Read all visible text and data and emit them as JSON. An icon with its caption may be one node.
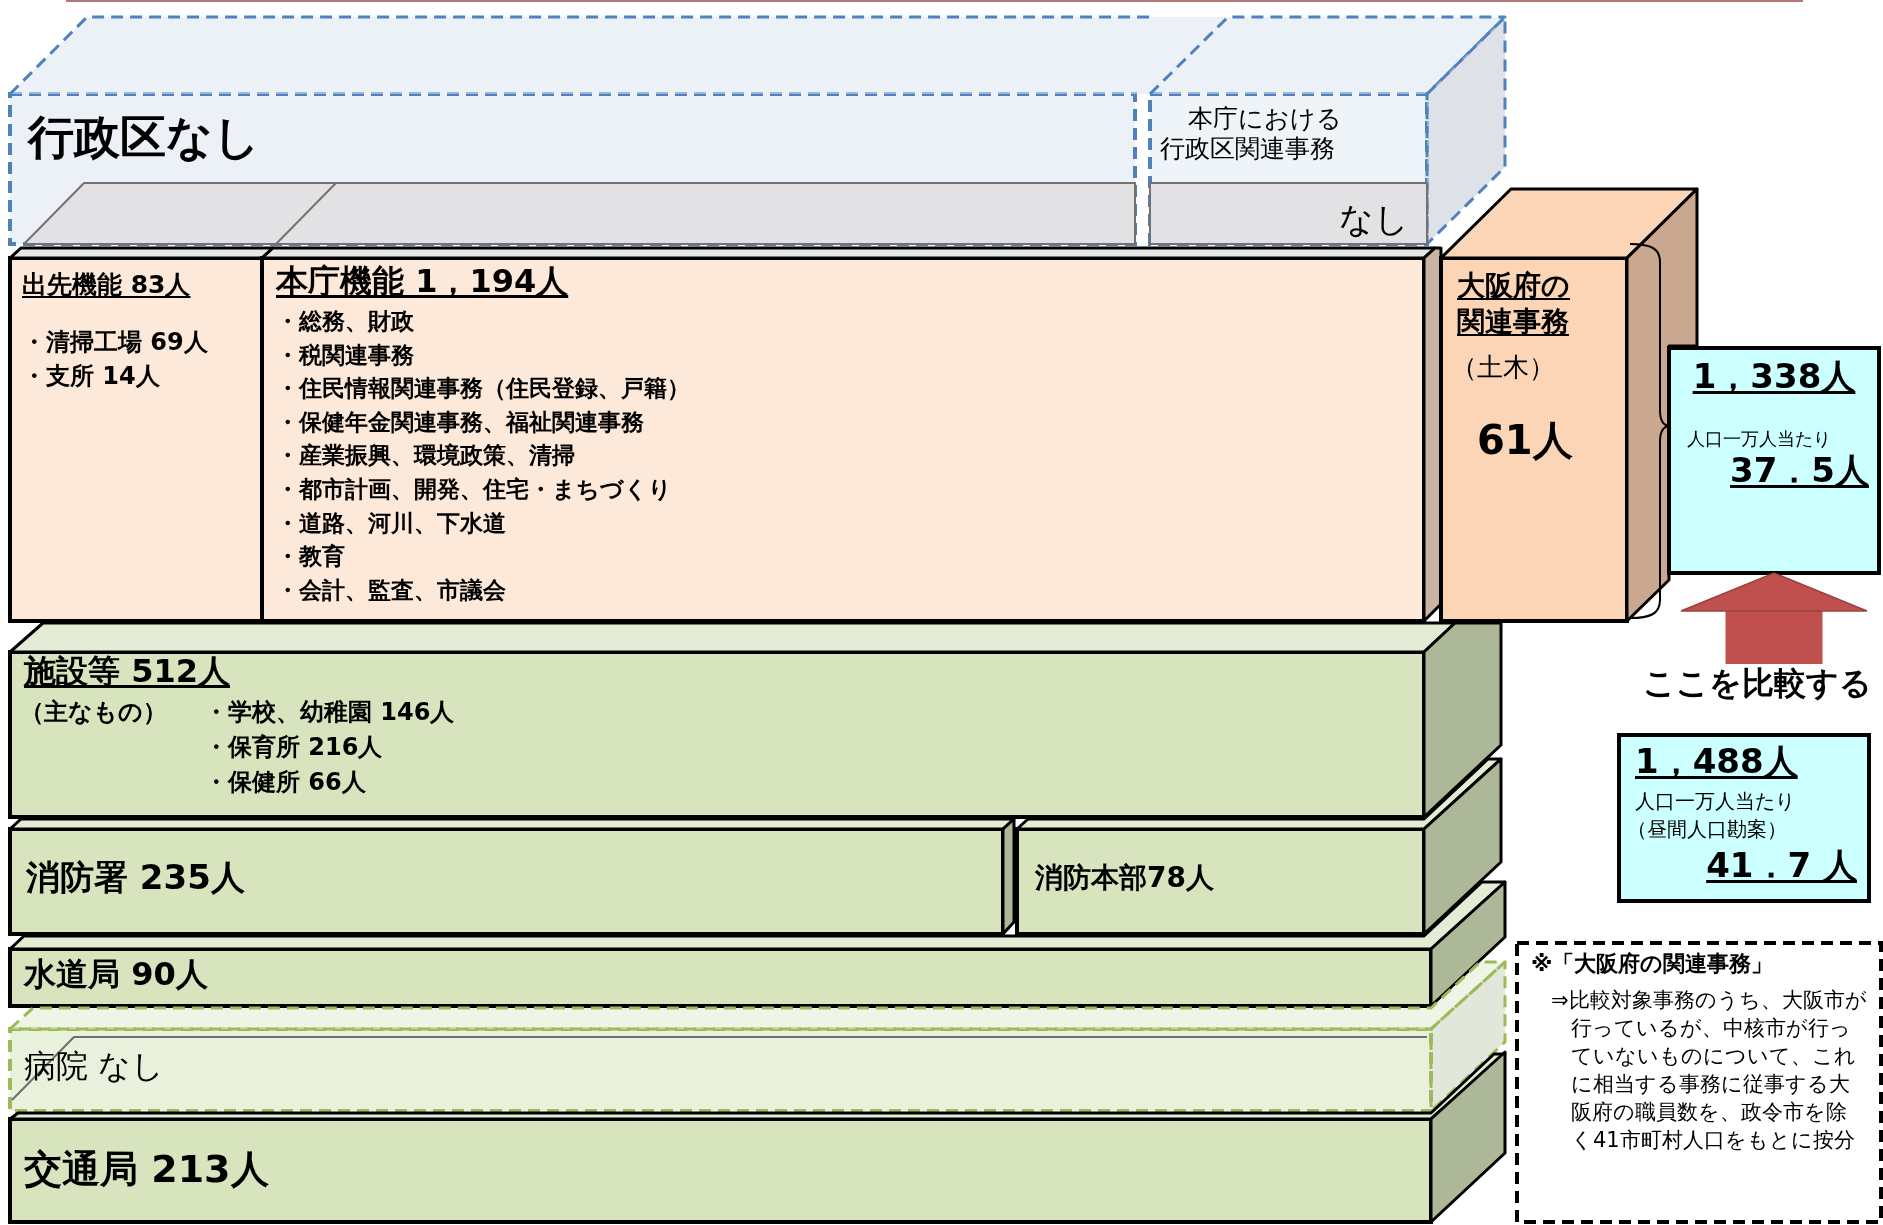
{
  "diagram": {
    "nodes": [
      {
        "text": [
          "行政区なし"
        ]
      },
      {
        "text": [
          "本庁における行政区関連事務",
          "なし"
        ]
      },
      {
        "text": [
          "出先機能 83人",
          "・清掃工場 69人",
          "・支所 14人"
        ]
      },
      {
        "text": [
          "本庁機能 1，194人",
          "・総務、財政",
          "・税関連事務",
          "・住民情報関連事務（住民登録、戸籍）",
          "・保健年金関連事務、福祉関連事務",
          "・産業振興、環境政策、清掃",
          "・都市計画、開発、住宅・まちづくり",
          "・道路、河川、下水道",
          "・教育",
          "・会計、監査、市議会"
        ]
      },
      {
        "text": [
          "大阪府の関連事務",
          "（土木）",
          "61人"
        ]
      },
      {
        "text": [
          "1，338人",
          "人口一万人当たり",
          "37．5人"
        ]
      },
      {
        "text": [
          "ここを比較する"
        ]
      },
      {
        "text": [
          "1，488人",
          "人口一万人当たり",
          "（昼間人口勘案）",
          "41．7 人"
        ]
      },
      {
        "text": [
          "施設等 512人",
          "（主なもの）",
          "・学校、幼稚園 146人",
          "・保育所 216人",
          "・保健所 66人"
        ]
      },
      {
        "text": [
          "消防署 235人"
        ]
      },
      {
        "text": [
          "消防本部78人"
        ]
      },
      {
        "text": [
          "水道局 90人"
        ]
      },
      {
        "text": [
          "病院 なし"
        ]
      },
      {
        "text": [
          "交通局 213人"
        ]
      },
      {
        "text": [
          "※「大阪府の関連事務」",
          "⇒比較対象事務のうち、大阪市が行っているが、中核市が行っていないものについて、これに相当する事務に従事する大阪府の職員数を、政令市を除く41市町村人口をもとに按分"
        ]
      }
    ],
    "edges": [
      {
        "from": 6,
        "to": 5,
        "arrow": "to",
        "color": "#c0504d"
      }
    ]
  }
}
